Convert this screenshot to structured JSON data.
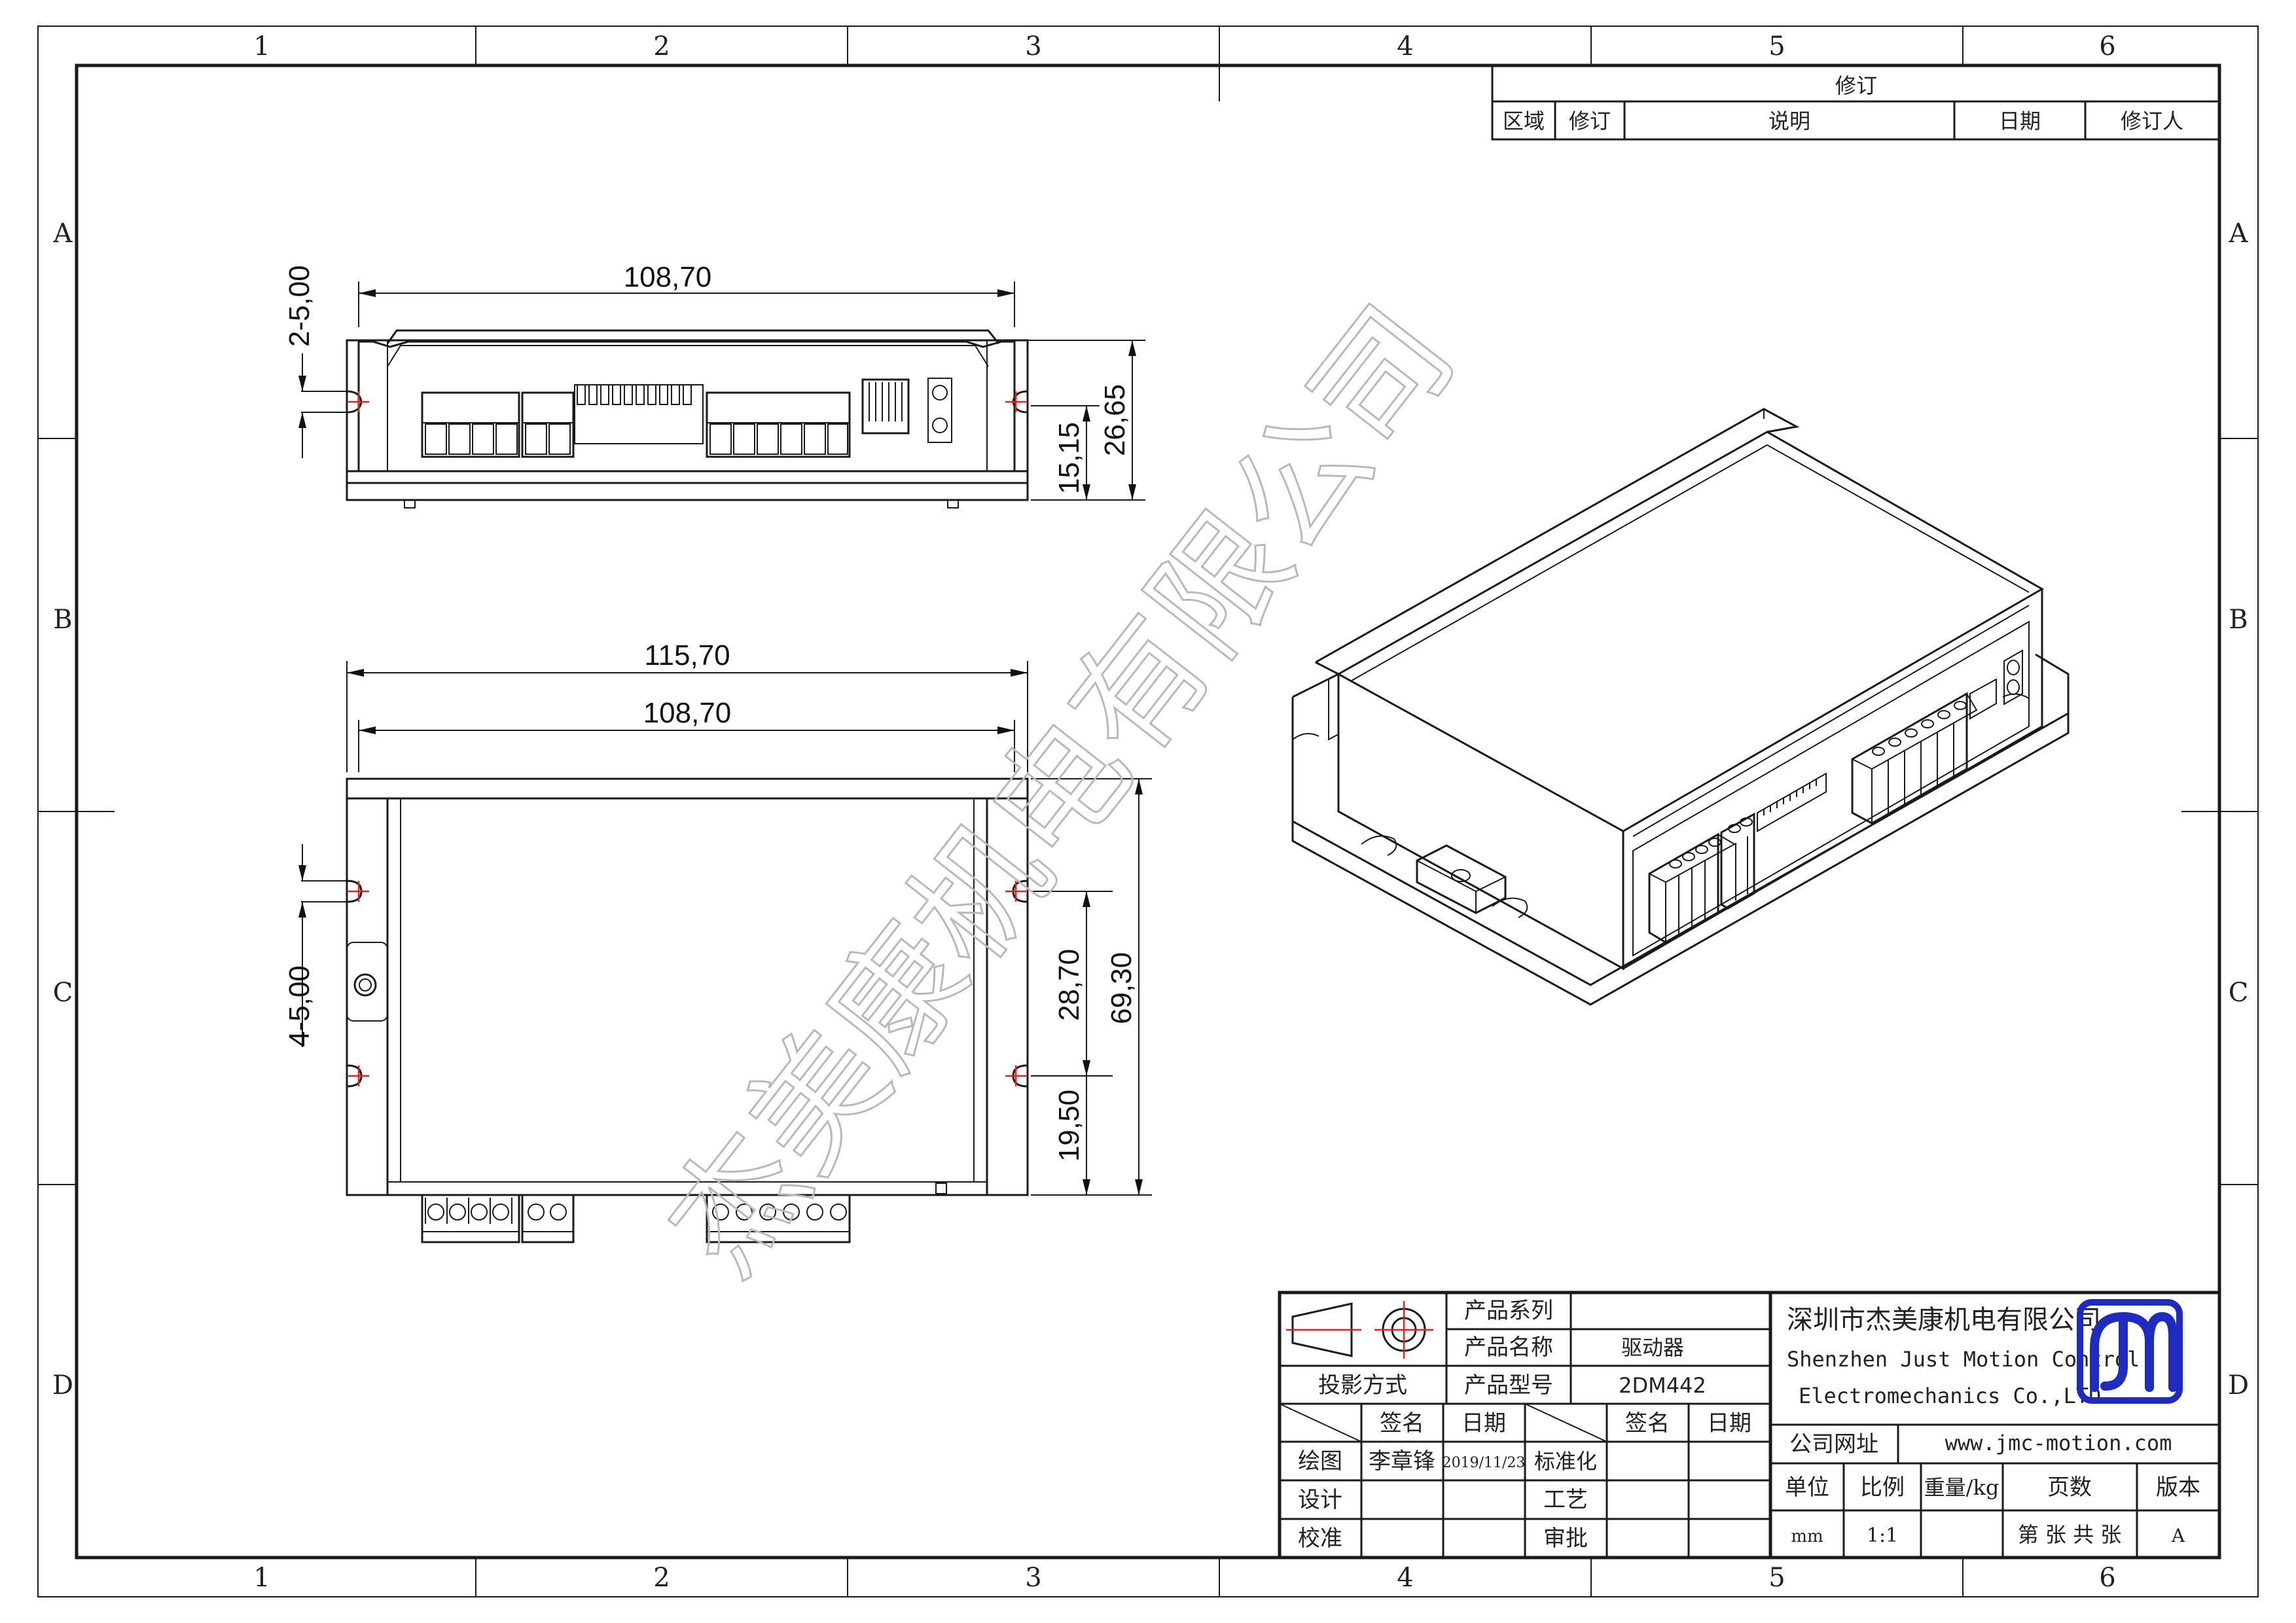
{
  "border": {
    "columns": [
      "1",
      "2",
      "3",
      "4",
      "5",
      "6"
    ],
    "rows": [
      "A",
      "B",
      "C",
      "D"
    ]
  },
  "revision_table": {
    "title": "修订",
    "headers": [
      "区域",
      "修订",
      "说明",
      "日期",
      "修订人"
    ]
  },
  "dimensions": {
    "front_top_width": "108,70",
    "front_hole": "2-5,00",
    "front_height_total": "26,65",
    "front_height_part": "15,15",
    "top_overall_width": "115,70",
    "top_inner_width": "108,70",
    "top_holes": "4-5,00",
    "top_hole_spacing": "28,70",
    "top_depth": "69,30",
    "top_offset": "19,50"
  },
  "watermark": "杰美康机电有限公司",
  "title_block": {
    "projection_label": "投影方式",
    "product_series_label": "产品系列",
    "product_series_value": "",
    "product_name_label": "产品名称",
    "product_name_value": "驱动器",
    "product_model_label": "产品型号",
    "product_model_value": "2DM442",
    "sign_header": "签名",
    "date_header": "日期",
    "sign_header2": "签名",
    "date_header2": "日期",
    "drawn_label": "绘图",
    "drawn_by": "李章锋",
    "drawn_date": "2019/11/23",
    "design_label": "设计",
    "check_label": "校准",
    "standard_label": "标准化",
    "process_label": "工艺",
    "approve_label": "审批",
    "company_cn": "深圳市杰美康机电有限公司",
    "company_en_1": "Shenzhen Just Motion Control",
    "company_en_2": "Electromechanics Co.,LTD",
    "website_label": "公司网址",
    "website": "www.jmc-motion.com",
    "unit_label": "单位",
    "scale_label": "比例",
    "weight_label": "重量/kg",
    "pages_label": "页数",
    "version_label": "版本",
    "unit_value": "mm",
    "scale_value": "1:1",
    "weight_value": "",
    "pages_value": "第 张 共 张",
    "version_value": "A"
  },
  "colors": {
    "line": "#1a1a1a",
    "center_mark": "#d22222",
    "watermark": "#b9b9b9",
    "logo": "#1f2bbf"
  }
}
